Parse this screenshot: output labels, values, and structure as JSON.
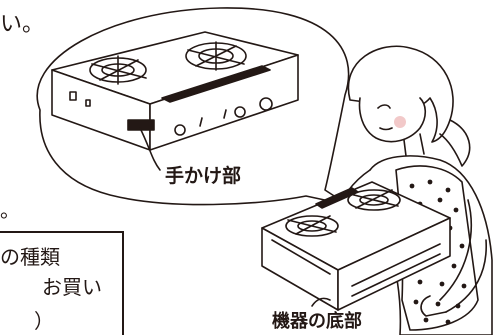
{
  "texts": {
    "top_fragment": "い。",
    "middle_fragment": "。",
    "handle_label": "手かけ部",
    "bottom_label": "機器の底部"
  },
  "note_box": {
    "line1": "の種類",
    "line2": "お買い",
    "line3": "）"
  },
  "colors": {
    "ink": "#231815",
    "cheek": "#f2c9c9",
    "apron_dots": "#ffffff"
  }
}
